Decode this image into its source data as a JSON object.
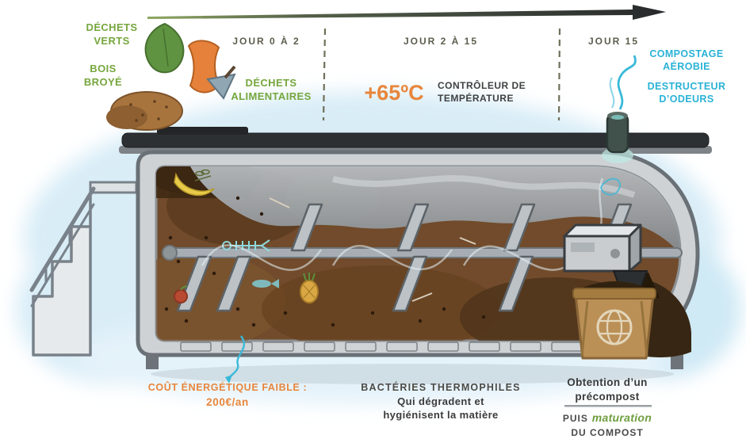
{
  "timeline": {
    "phases": [
      "JOUR 0 À 2",
      "JOUR 2 À 15",
      "JOUR 15"
    ]
  },
  "labels": {
    "green_waste": "DÉCHETS VERTS",
    "wood_chips": "BOIS BROYÉ",
    "food_waste": "DÉCHETS ALIMENTAIRES",
    "temperature_value": "+65ºC",
    "temperature_controller": "CONTRÔLEUR DE TEMPÉRATURE",
    "aerobic_composting": "COMPOSTAGE AÉROBIE",
    "odor_destroyer": "DESTRUCTEUR D’ODEURS"
  },
  "footer": {
    "energy_cost_title": "COÛT ÉNERGÉTIQUE FAIBLE :",
    "energy_cost_value": "200€/an",
    "bacteria_title": "BACTÉRIES THERMOPHILES",
    "bacteria_desc": "Qui dégradent et hygiénisent la matière",
    "precompost": "Obtention d’un précompost",
    "maturation_prefix": "PUIS",
    "maturation_word": "maturation",
    "maturation_suffix": "DU COMPOST"
  },
  "colors": {
    "green": "#76a63d",
    "cyan": "#29b2d6",
    "orange": "#e8863c",
    "dark_text": "#3f4142",
    "timeline_text": "#5d5c4d"
  }
}
